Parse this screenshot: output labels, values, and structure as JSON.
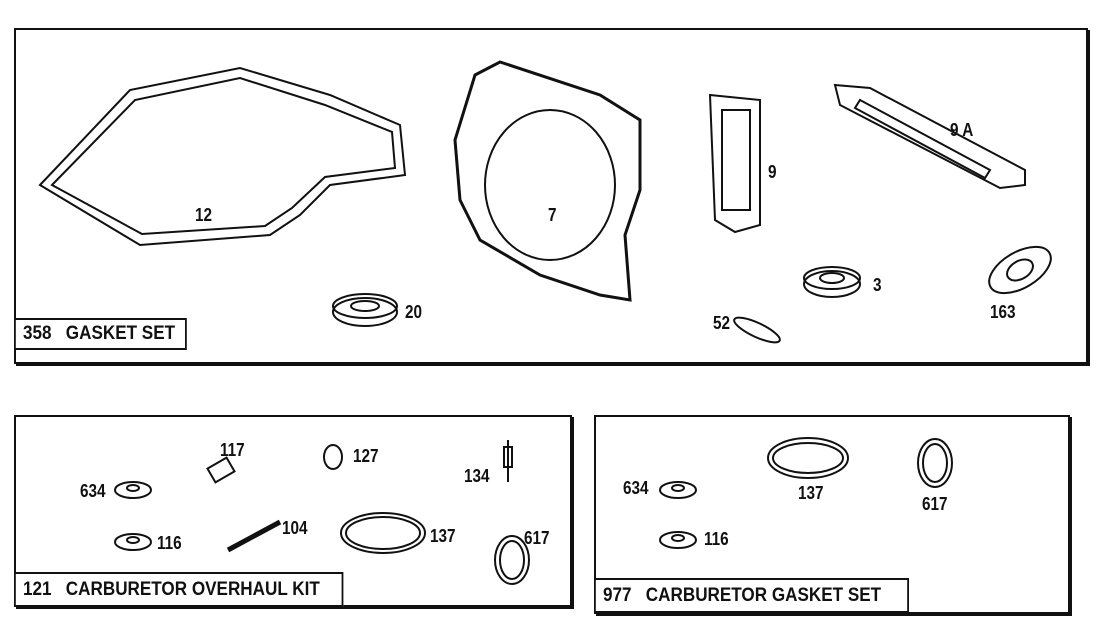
{
  "kits": [
    {
      "number": "358",
      "name": "GASKET SET",
      "parts": [
        "12",
        "7",
        "9",
        "9 A",
        "20",
        "3",
        "52",
        "163"
      ]
    },
    {
      "number": "121",
      "name": "CARBURETOR OVERHAUL KIT",
      "parts": [
        "117",
        "127",
        "134",
        "634",
        "116",
        "104",
        "137",
        "617"
      ]
    },
    {
      "number": "977",
      "name": "CARBURETOR GASKET SET",
      "parts": [
        "634",
        "137",
        "617",
        "116"
      ]
    }
  ],
  "colors": {
    "ink": "#111111",
    "background": "#ffffff"
  }
}
